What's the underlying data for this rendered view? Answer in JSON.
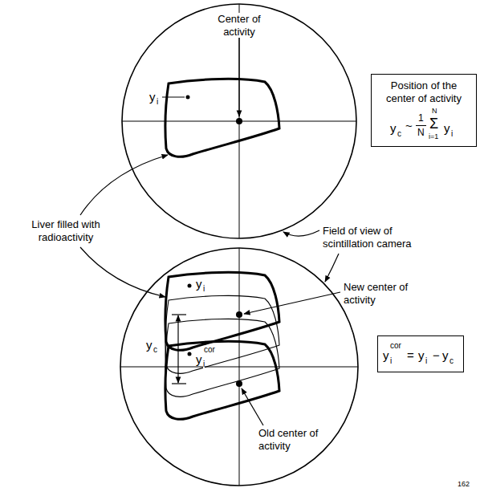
{
  "diagram": {
    "nodes": [
      {
        "text": [
          "Position of the center of activity",
          "y",
          "c",
          "~",
          "1",
          "N",
          "N",
          "Σ",
          "i=1",
          "y",
          "i"
        ]
      },
      {
        "text": [
          "y",
          "i",
          "cor",
          "=",
          "y",
          "i",
          "−",
          "y",
          "c"
        ]
      }
    ],
    "labels": [
      "Center of activity",
      "y",
      "i",
      "Liver filled with radioactivity",
      "Field of view of scintillation camera",
      "New center of activity",
      "y",
      "i",
      "y",
      "c",
      "y",
      "i",
      "cor",
      "Old center of activity",
      "162"
    ]
  }
}
